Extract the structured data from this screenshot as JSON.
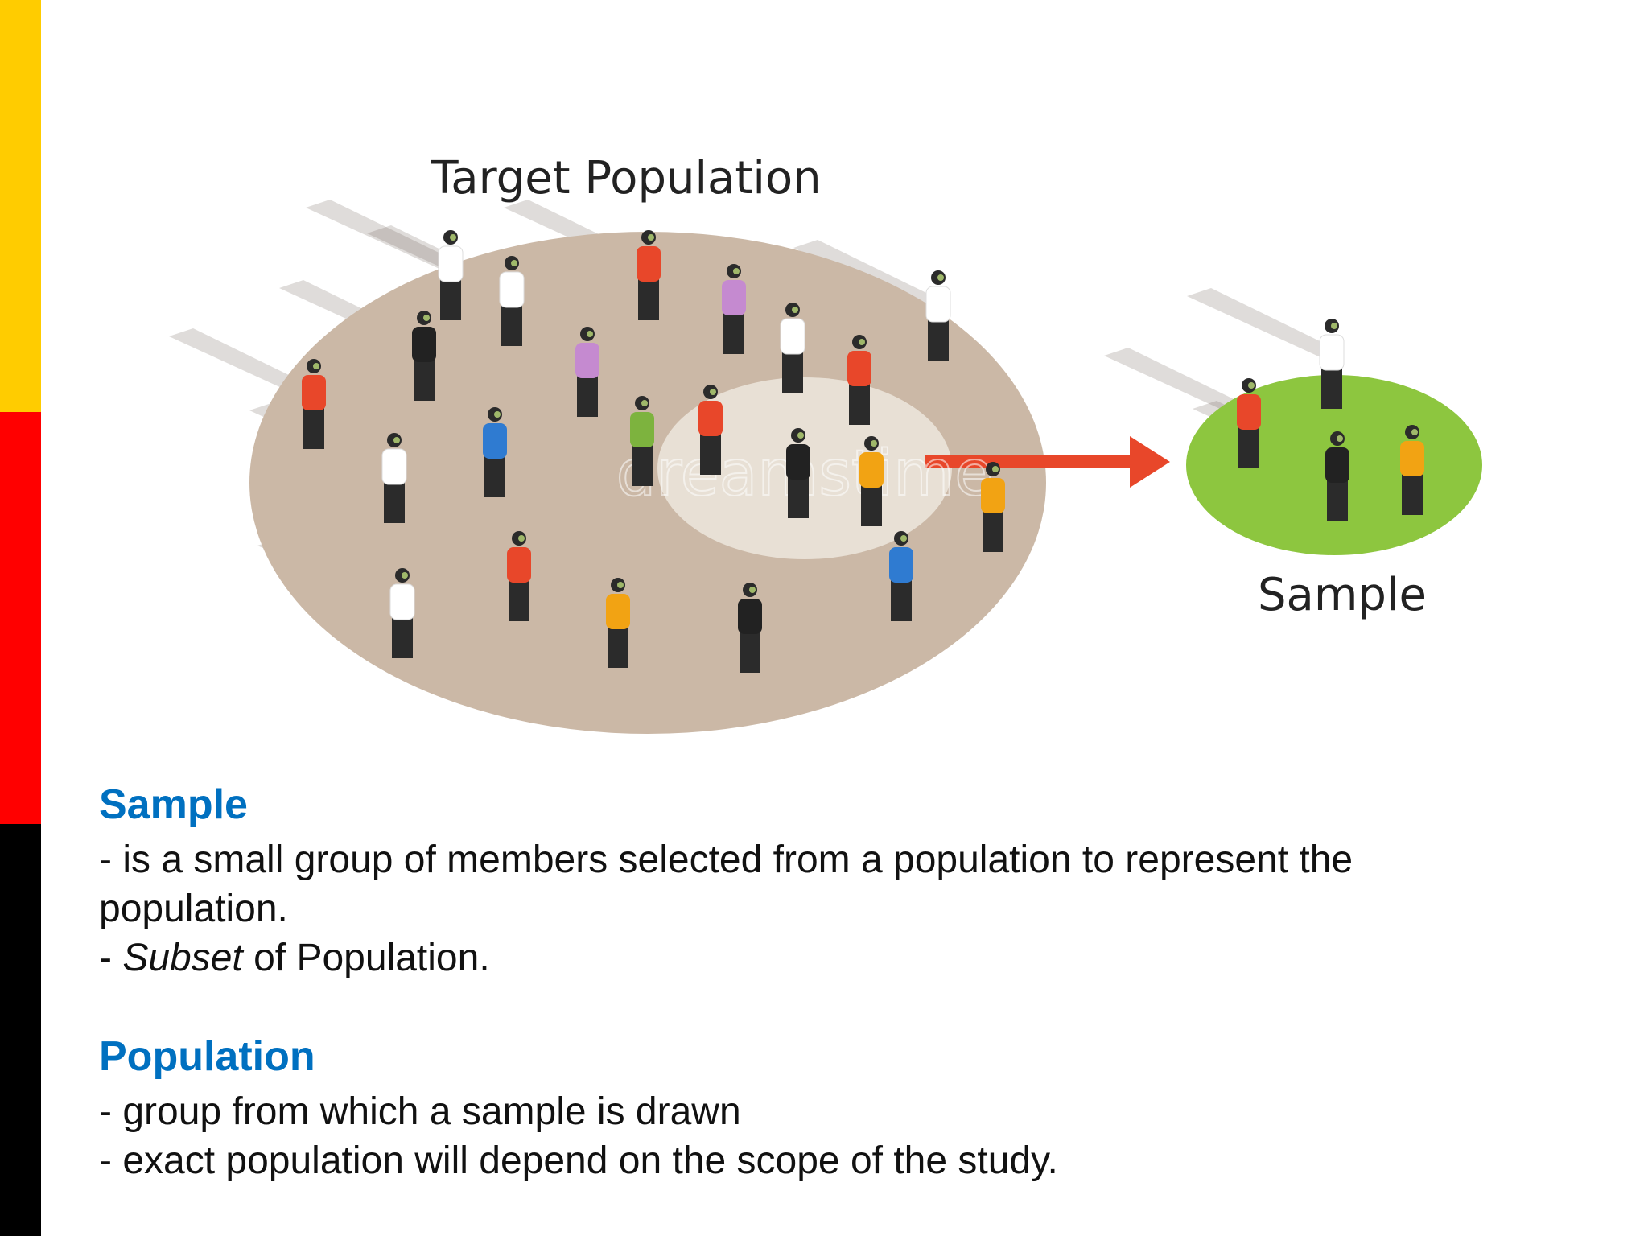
{
  "colors": {
    "accent_heading": "#0070c0",
    "band_top": "#ffcc00",
    "band_middle": "#ff0000",
    "band_bottom": "#000000",
    "population_area": "#cbb8a6",
    "sample_area_inner": "#ede6dd",
    "sample_group": "#8dc63f",
    "arrow": "#e8472a"
  },
  "diagram": {
    "population_label": "Target Population",
    "sample_label": "Sample",
    "arrow_icon": "arrow-right-icon",
    "watermark": "dreamstime"
  },
  "definitions": {
    "sample": {
      "heading": "Sample",
      "line1": "- is a small group of members selected from a population to represent the",
      "line2": "population.",
      "line3_prefix": "- ",
      "line3_italic": "Subset",
      "line3_suffix": " of Population."
    },
    "population": {
      "heading": "Population",
      "line1": "- group from which a sample is drawn",
      "line2": "- exact population will depend on the scope of the study."
    }
  }
}
